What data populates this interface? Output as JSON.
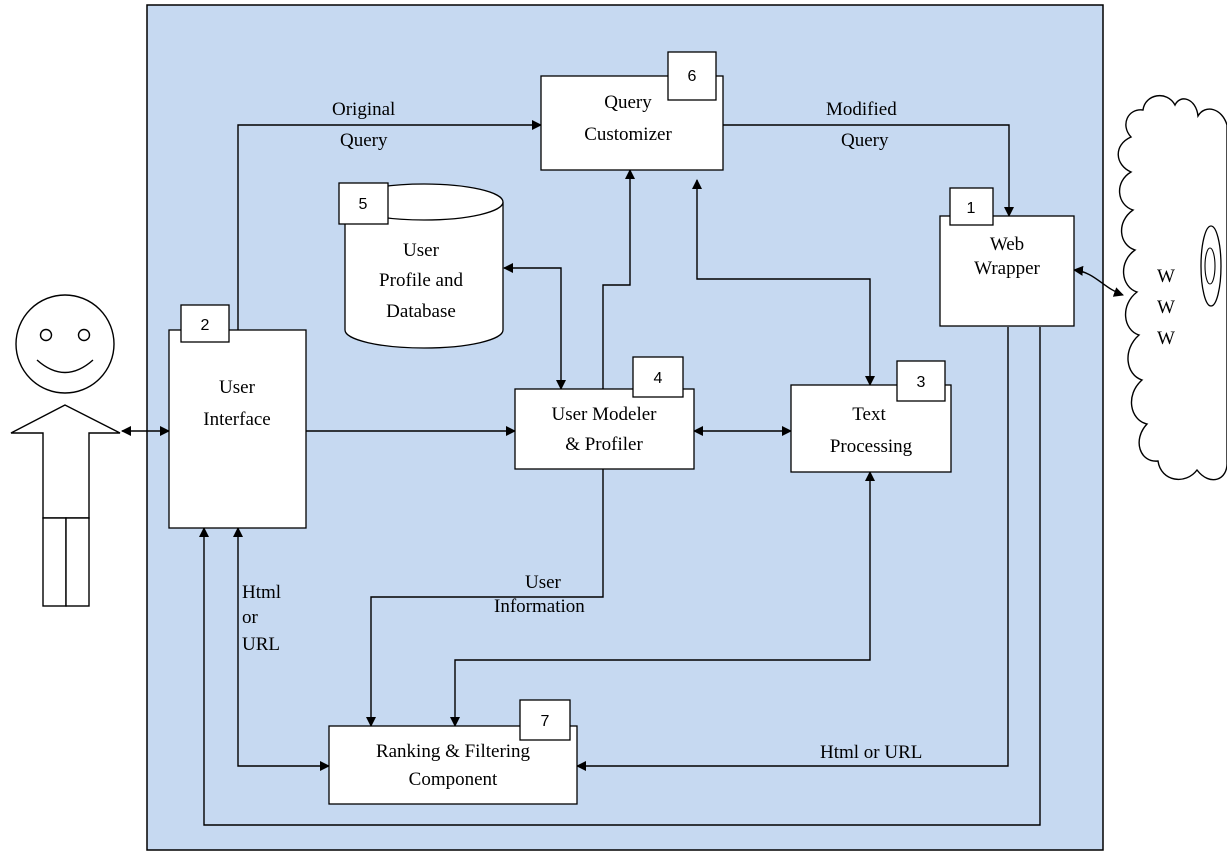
{
  "components": {
    "web_wrapper": {
      "number": "1",
      "lines": [
        "Web",
        "Wrapper"
      ]
    },
    "user_interface": {
      "number": "2",
      "lines": [
        "User",
        "Interface"
      ]
    },
    "text_processing": {
      "number": "3",
      "lines": [
        "Text",
        "Processing"
      ]
    },
    "user_modeler": {
      "number": "4",
      "lines": [
        "User Modeler",
        "& Profiler"
      ]
    },
    "user_profile_db": {
      "number": "5",
      "lines": [
        "User",
        "Profile and",
        "Database"
      ]
    },
    "query_customizer": {
      "number": "6",
      "lines": [
        "Query",
        "Customizer"
      ]
    },
    "ranking_filtering": {
      "number": "7",
      "lines": [
        "Ranking & Filtering",
        "Component"
      ]
    }
  },
  "edge_labels": {
    "original_query": [
      "Original",
      "Query"
    ],
    "modified_query": [
      "Modified",
      "Query"
    ],
    "user_information": [
      "User",
      "Information"
    ],
    "html_or_url_left": [
      "Html",
      "or",
      "URL"
    ],
    "html_or_url_right": "Html or URL"
  },
  "cloud": {
    "letters": [
      "W",
      "W",
      "W"
    ]
  },
  "colors": {
    "panel": "#c6d9f1",
    "box": "#ffffff",
    "stroke": "#000000"
  }
}
